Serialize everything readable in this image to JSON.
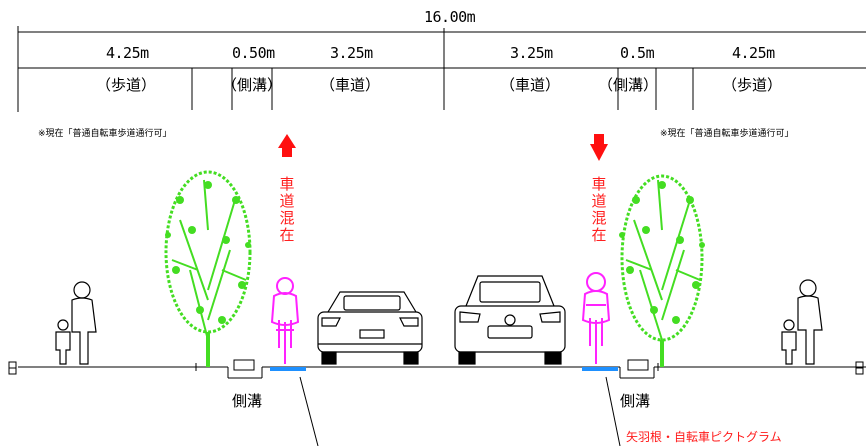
{
  "section": {
    "total_width": "16.00m",
    "widths": [
      "4.25m",
      "0.50m",
      "3.25m",
      "3.25m",
      "0.5m",
      "4.25m"
    ],
    "lanes": [
      "（歩道）",
      "（側溝）",
      "（車道）",
      "（車道）",
      "（側溝）",
      "（歩道）"
    ],
    "note_left": "※現在「普通自転車歩道通行可」",
    "note_right": "※現在「普通自転車歩道通行可」",
    "mixed_traffic_left": "車道混在",
    "mixed_traffic_right": "車道混在",
    "gutter_left": "側溝",
    "gutter_right": "側溝",
    "callout": "矢羽根・自転車ピクトグラム",
    "colors": {
      "arrow": "#ff1010",
      "cyclist": "#ff22ff",
      "tree": "#44dd22",
      "marking": "#1e90ff",
      "callout": "#ff1a1a"
    },
    "icons": [
      "up-arrow-icon",
      "down-arrow-icon",
      "tree-icon",
      "cyclist-icon",
      "car-rear-icon",
      "car-front-icon",
      "pedestrian-icon"
    ]
  }
}
